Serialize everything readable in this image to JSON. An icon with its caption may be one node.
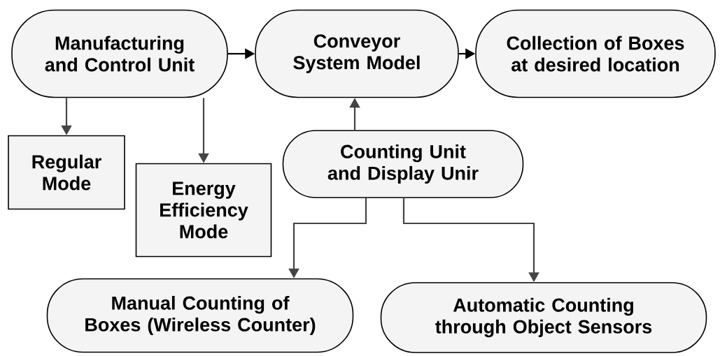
{
  "diagram": {
    "nodes": [
      {
        "text": [
          "Manufacturing and Control Unit"
        ]
      },
      {
        "text": [
          "Conveyor System Model"
        ]
      },
      {
        "text": [
          "Collection of Boxes at desired location"
        ]
      },
      {
        "text": [
          "Regular Mode"
        ]
      },
      {
        "text": [
          "Energy Efficiency Mode"
        ]
      },
      {
        "text": [
          "Counting Unit and Display Unir"
        ]
      },
      {
        "text": [
          "Manual Counting of Boxes (Wireless Counter)"
        ]
      },
      {
        "text": [
          "Automatic Counting through Object Sensors"
        ]
      }
    ],
    "edges": [
      {
        "from": 0,
        "to": 1,
        "arrow": "to",
        "color": "#000000"
      },
      {
        "from": 1,
        "to": 2,
        "arrow": "to",
        "color": "#000000"
      },
      {
        "from": 0,
        "to": 3,
        "arrow": "to"
      },
      {
        "from": 0,
        "to": 4,
        "arrow": "to"
      },
      {
        "from": 5,
        "to": 1,
        "arrow": "to"
      },
      {
        "from": 5,
        "to": 6,
        "arrow": "to"
      },
      {
        "from": 5,
        "to": 7,
        "arrow": "to"
      }
    ]
  }
}
